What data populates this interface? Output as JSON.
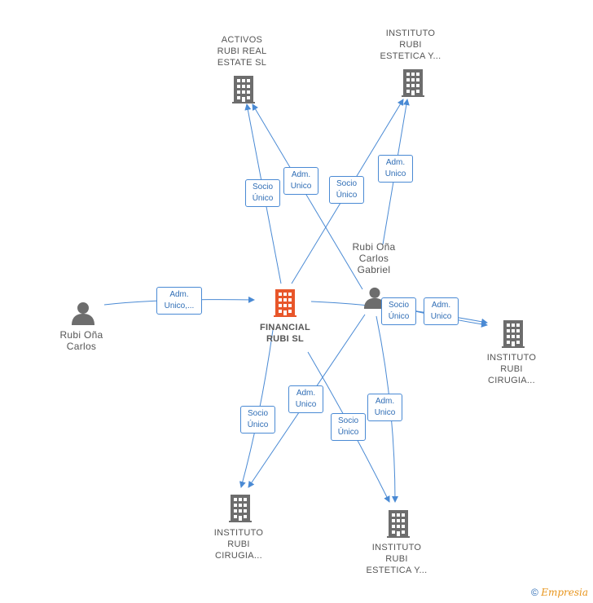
{
  "nodes": {
    "financial": {
      "label_line1": "FINANCIAL",
      "label_line2": "RUBI  SL",
      "color": "#e8562a"
    },
    "activos": {
      "label_line1": "ACTIVOS",
      "label_line2": "RUBI REAL",
      "label_line3": "ESTATE  SL",
      "color": "#6d6d6d"
    },
    "estetica_top": {
      "label_line1": "INSTITUTO",
      "label_line2": "RUBI",
      "label_line3": "ESTETICA Y...",
      "color": "#6d6d6d"
    },
    "cirugia_right": {
      "label_line1": "INSTITUTO",
      "label_line2": "RUBI",
      "label_line3": "CIRUGIA...",
      "color": "#6d6d6d"
    },
    "cirugia_bottom": {
      "label_line1": "INSTITUTO",
      "label_line2": "RUBI",
      "label_line3": "CIRUGIA...",
      "color": "#6d6d6d"
    },
    "estetica_bottom": {
      "label_line1": "INSTITUTO",
      "label_line2": "RUBI",
      "label_line3": "ESTETICA Y...",
      "color": "#6d6d6d"
    },
    "carlos": {
      "label_line1": "Rubi Oña",
      "label_line2": "Carlos",
      "color": "#6d6d6d"
    },
    "carlos_gabriel": {
      "label_line1": "Rubi Oña",
      "label_line2": "Carlos",
      "label_line3": "Gabriel",
      "color": "#6d6d6d"
    }
  },
  "edges": {
    "e1": {
      "line1": "Socio",
      "line2": "Único"
    },
    "e2": {
      "line1": "Adm.",
      "line2": "Unico"
    },
    "e3": {
      "line1": "Socio",
      "line2": "Único"
    },
    "e4": {
      "line1": "Adm.",
      "line2": "Unico"
    },
    "e5": {
      "line1": "Adm.",
      "line2": "Unico,..."
    },
    "e6": {
      "line1": "Socio",
      "line2": "Único"
    },
    "e7": {
      "line1": "Adm.",
      "line2": "Unico"
    },
    "e8": {
      "line1": "Socio",
      "line2": "Único"
    },
    "e9": {
      "line1": "Adm.",
      "line2": "Unico"
    },
    "e10": {
      "line1": "Socio",
      "line2": "Único"
    },
    "e11": {
      "line1": "Adm.",
      "line2": "Unico"
    }
  },
  "footer": {
    "copyright": "©",
    "brand": "Empresia"
  },
  "colors": {
    "edge": "#4a8ad4",
    "edge_label_text": "#2f6db5"
  }
}
